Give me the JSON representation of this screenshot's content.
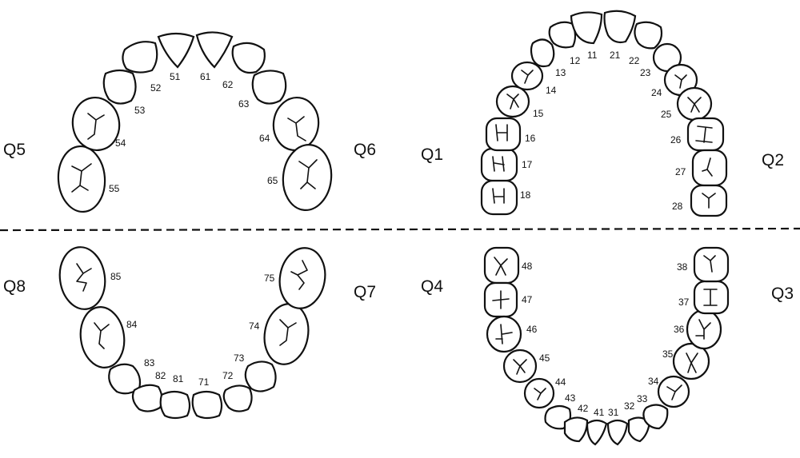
{
  "quadrants": {
    "q5": "Q5",
    "q6": "Q6",
    "q1": "Q1",
    "q2": "Q2",
    "q8": "Q8",
    "q7": "Q7",
    "q4": "Q4",
    "q3": "Q3"
  },
  "teeth": {
    "primary_upper": [
      "55",
      "54",
      "53",
      "52",
      "51",
      "61",
      "62",
      "63",
      "64",
      "65"
    ],
    "primary_lower": [
      "85",
      "84",
      "83",
      "82",
      "81",
      "71",
      "72",
      "73",
      "74",
      "75"
    ],
    "permanent_upper": [
      "18",
      "17",
      "16",
      "15",
      "14",
      "13",
      "12",
      "11",
      "21",
      "22",
      "23",
      "24",
      "25",
      "26",
      "27",
      "28"
    ],
    "permanent_lower": [
      "48",
      "47",
      "46",
      "45",
      "44",
      "43",
      "42",
      "41",
      "31",
      "32",
      "33",
      "34",
      "35",
      "36",
      "37",
      "38"
    ]
  }
}
